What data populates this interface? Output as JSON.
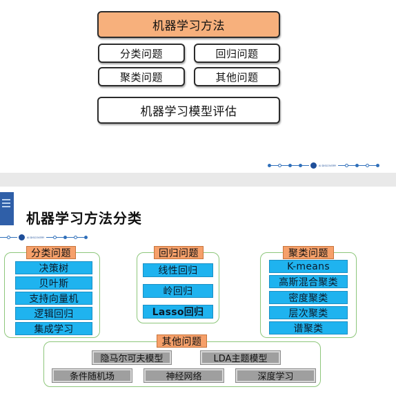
{
  "slide1": {
    "main_label": "机器学习方法",
    "boxes": [
      "分类问题",
      "回归问题",
      "聚类问题",
      "其他问题"
    ],
    "eval_label": "机器学习模型评估",
    "footer_brand": "AI DISCOVERY"
  },
  "slide2": {
    "title": "机器学习方法分类",
    "header_brand": "AI DISCOVERY",
    "classification": {
      "label": "分类问题",
      "items": [
        "决策树",
        "贝叶斯",
        "支持向量机",
        "逻辑回归",
        "集成学习"
      ]
    },
    "regression": {
      "label": "回归问题",
      "items": [
        "线性回归",
        "岭回归",
        "Lasso回归"
      ]
    },
    "clustering": {
      "label": "聚类问题",
      "items": [
        "K-means",
        "高斯混合聚类",
        "密度聚类",
        "层次聚类",
        "谱聚类"
      ]
    },
    "other": {
      "label": "其他问题",
      "items": [
        "隐马尔可夫模型",
        "LDA主题模型",
        "条件随机场",
        "神经网络",
        "深度学习"
      ]
    }
  },
  "colors": {
    "accent_orange": "#f7b07c",
    "tag_orange": "#f6a06a",
    "pill_blue": "#1fb3ef",
    "group_green": "#8dc67a",
    "brand_blue": "#2f6fba"
  }
}
